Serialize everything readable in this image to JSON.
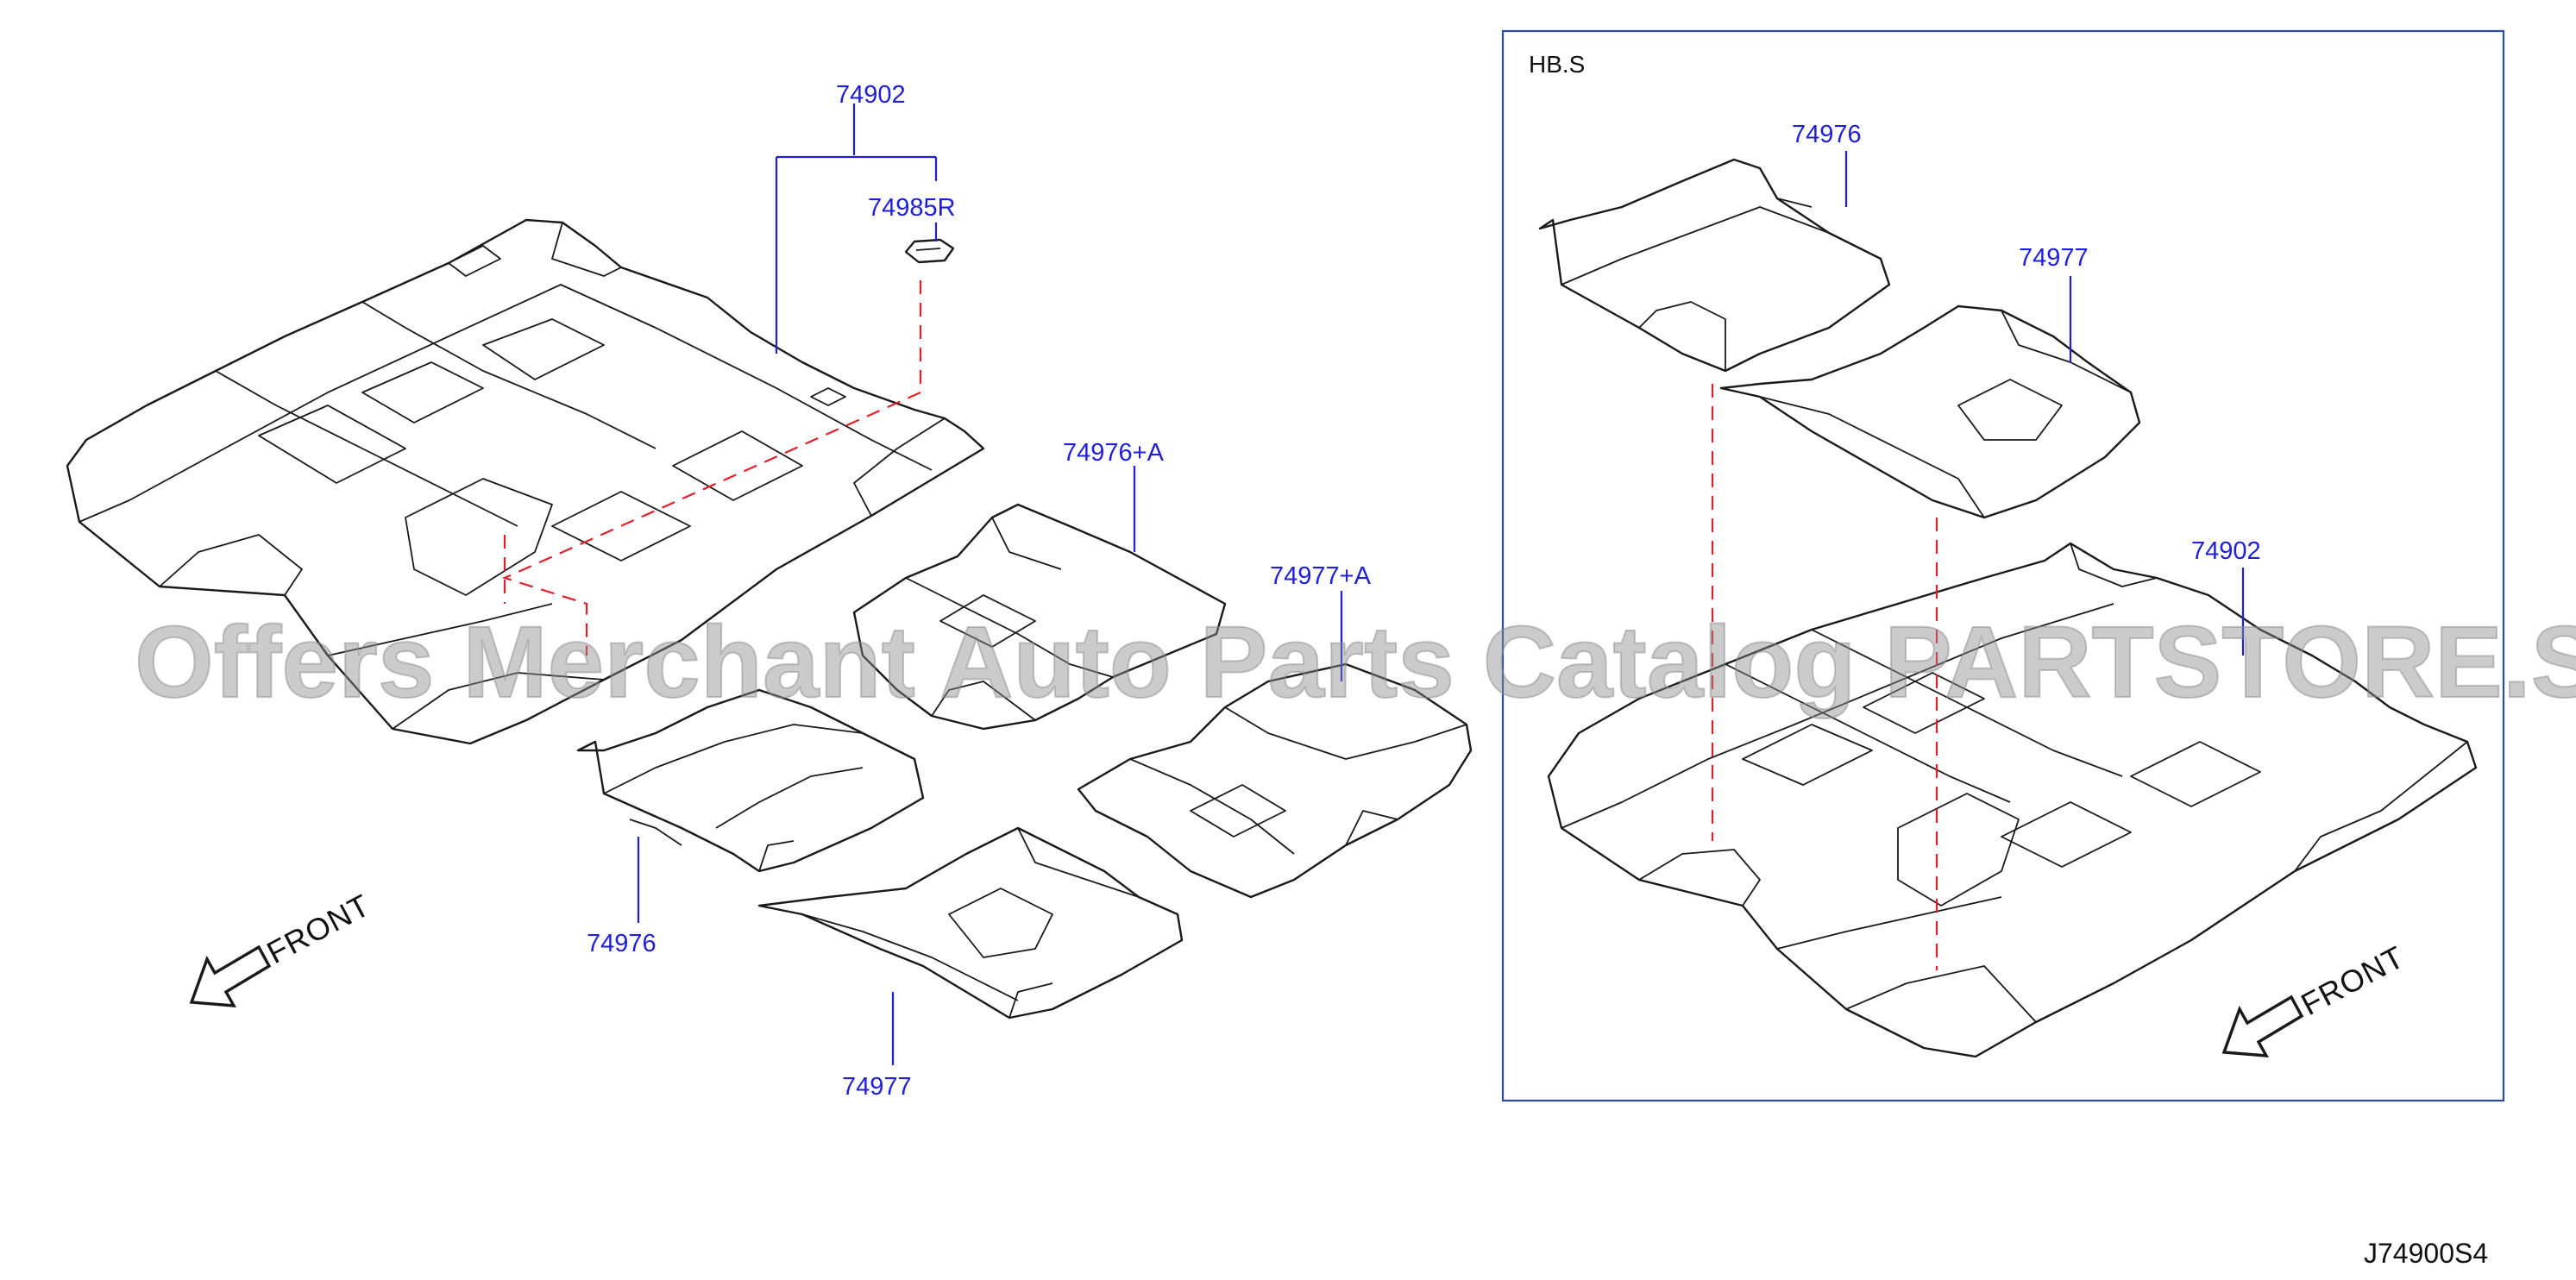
{
  "watermark": "Offers Merchant Auto Parts Catalog PARTSTORE.SA",
  "drawing_code": "J74900S4",
  "main_view": {
    "labels": {
      "carpet_floor": "74902",
      "clip": "74985R",
      "front_mat_set": "74976+A",
      "rear_mat_set": "74977+A",
      "front_mat": "74976",
      "rear_mat": "74977"
    },
    "front_indicator": "FRONT"
  },
  "inset_view": {
    "title": "HB.S",
    "labels": {
      "front_mat": "74976",
      "rear_mat": "74977",
      "carpet_floor": "74902"
    },
    "front_indicator": "FRONT"
  },
  "colors": {
    "part_number_text": "#1f1fd6",
    "hidden_line": "#e0202a",
    "inset_frame": "#2a4aa8",
    "line_art": "#1a1a1a",
    "watermark": "#8c8c8c"
  }
}
